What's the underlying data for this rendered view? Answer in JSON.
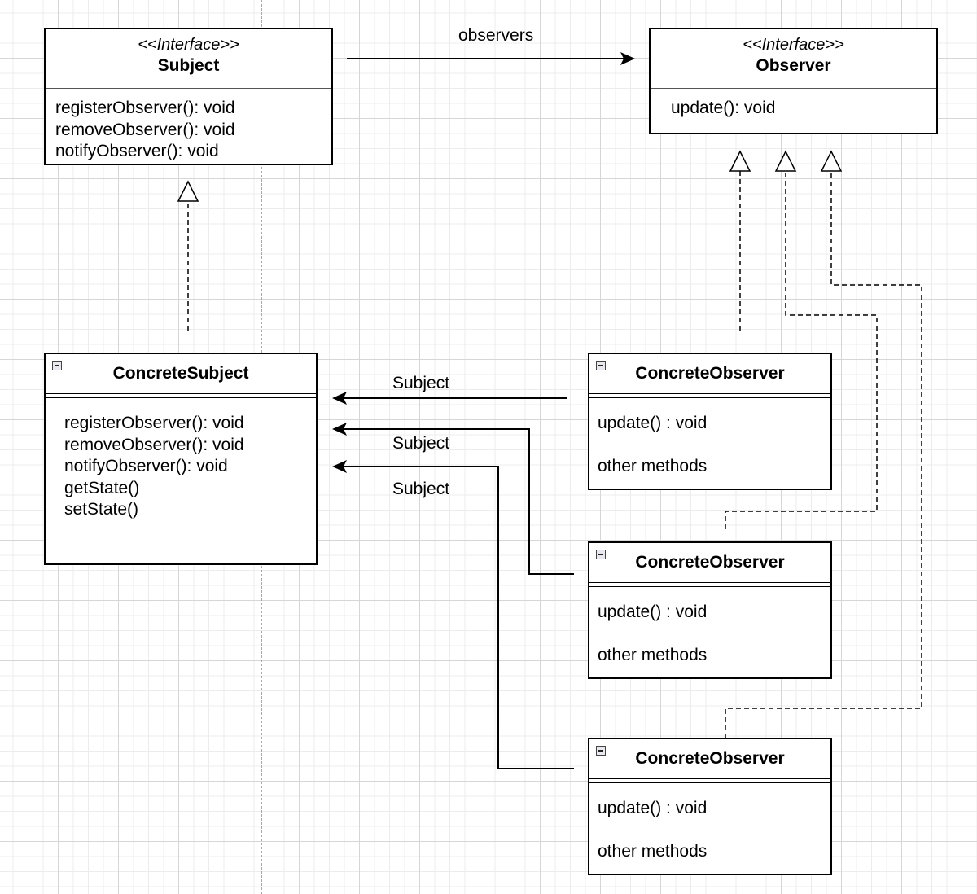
{
  "subject_interface": {
    "stereotype": "<<Interface>>",
    "name": "Subject",
    "methods": [
      "registerObserver(): void",
      "removeObserver(): void",
      "notifyObserver(): void"
    ]
  },
  "observer_interface": {
    "stereotype": "<<Interface>>",
    "name": "Observer",
    "methods": [
      "update(): void"
    ]
  },
  "concrete_subject": {
    "name": "ConcreteSubject",
    "methods": [
      "registerObserver(): void",
      "removeObserver(): void",
      "notifyObserver(): void",
      "",
      "getState()",
      "setState()"
    ]
  },
  "concrete_observers": [
    {
      "name": "ConcreteObserver",
      "methods": [
        "update() : void",
        "other methods"
      ]
    },
    {
      "name": "ConcreteObserver",
      "methods": [
        "update() : void",
        "other methods"
      ]
    },
    {
      "name": "ConcreteObserver",
      "methods": [
        "update() : void",
        "other methods"
      ]
    }
  ],
  "edge_labels": {
    "observers": "observers",
    "subject_1": "Subject",
    "subject_2": "Subject",
    "subject_3": "Subject"
  }
}
